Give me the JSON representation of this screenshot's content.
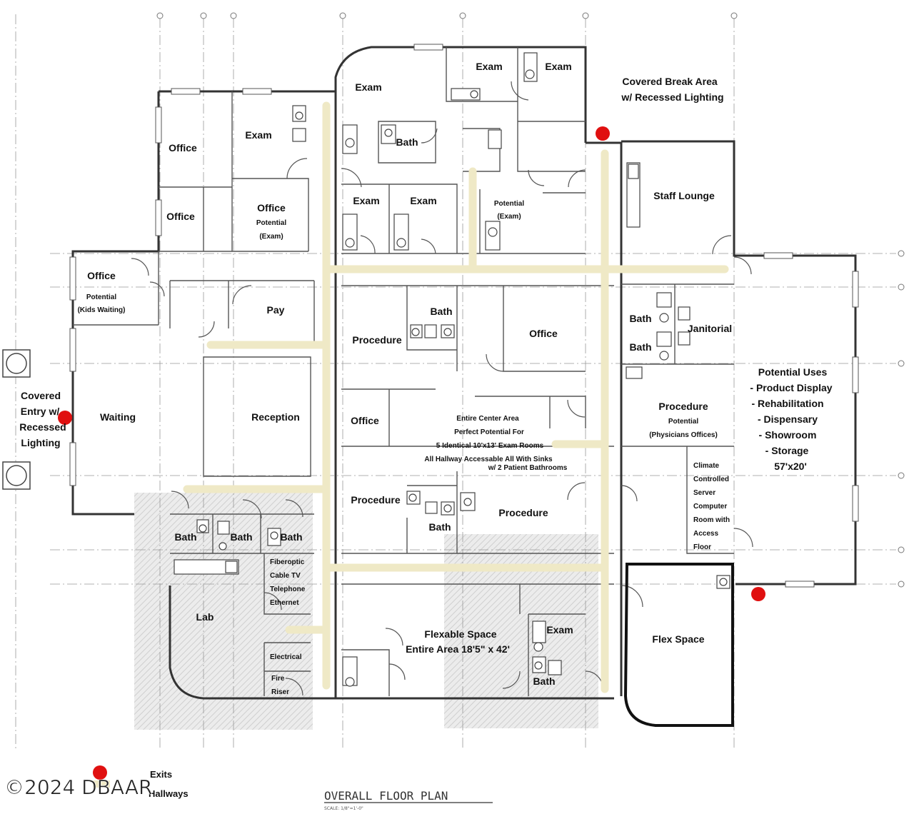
{
  "rooms": {
    "exam_top1": "Exam",
    "exam_top2": "Exam",
    "exam_top3": "Exam",
    "bath_top": "Bath",
    "exam_left": "Exam",
    "office_1": "Office",
    "office_2": "Office",
    "office_potential": "Office",
    "office_potential_sub1": "Potential",
    "office_potential_sub2": "(Exam)",
    "exam_mid1": "Exam",
    "exam_mid2": "Exam",
    "potential_exam_1": "Potential",
    "potential_exam_2": "(Exam)",
    "staff_lounge": "Staff Lounge",
    "office_kids": "Office",
    "office_kids_sub1": "Potential",
    "office_kids_sub2": "(Kids Waiting)",
    "pay": "Pay",
    "procedure_1": "Procedure",
    "bath_proc1": "Bath",
    "office_center": "Office",
    "bath_right1": "Bath",
    "bath_right2": "Bath",
    "janitorial": "Janitorial",
    "waiting": "Waiting",
    "reception": "Reception",
    "office_small": "Office",
    "procedure_right": "Procedure",
    "procedure_right_sub1": "Potential",
    "procedure_right_sub2": "(Physicians Offices)",
    "server_1": "Climate",
    "server_2": "Controlled",
    "server_3": "Server",
    "server_4": "Computer",
    "server_5": "Room with",
    "server_6": "Access",
    "server_7": "Floor",
    "procedure_2": "Procedure",
    "bath_proc2": "Bath",
    "procedure_3": "Procedure",
    "bath_l1": "Bath",
    "bath_l2": "Bath",
    "bath_l3": "Bath",
    "fiber_1": "Fiberoptic",
    "fiber_2": "Cable TV",
    "fiber_3": "Telephone",
    "fiber_4": "Ethernet",
    "lab": "Lab",
    "electrical": "Electrical",
    "fire_1": "Fire",
    "fire_2": "Riser",
    "flexable_1": "Flexable Space",
    "flexable_2": "Entire Area 18'5\" x 42'",
    "exam_bottom": "Exam",
    "bath_bottom": "Bath",
    "flex_space": "Flex Space"
  },
  "annotations": {
    "break_area_1": "Covered Break Area",
    "break_area_2": "w/ Recessed Lighting",
    "entry_1": "Covered",
    "entry_2": "Entry w/",
    "entry_3": "Recessed",
    "entry_4": "Lighting",
    "center_1": "Entire Center Area",
    "center_2": "Perfect Potential For",
    "center_3": "5 Identical 10'x13' Exam Rooms",
    "center_4": "All Hallway Accessable All With Sinks",
    "center_5": "w/ 2 Patient Bathrooms",
    "uses_title": "Potential Uses",
    "uses_1": "- Product Display",
    "uses_2": "- Rehabilitation",
    "uses_3": "- Dispensary",
    "uses_4": "- Showroom",
    "uses_5": "- Storage",
    "uses_size": "57'x20'"
  },
  "legend": {
    "exits": "Exits",
    "hallways": "Hallways"
  },
  "footer": {
    "watermark": "©2024 DBAAR",
    "plan_title": "OVERALL FLOOR PLAN",
    "scale": "SCALE: 1/8\"=1'-0\""
  },
  "colors": {
    "exit_marker": "#e01010",
    "hallway": "#efe9c6"
  }
}
